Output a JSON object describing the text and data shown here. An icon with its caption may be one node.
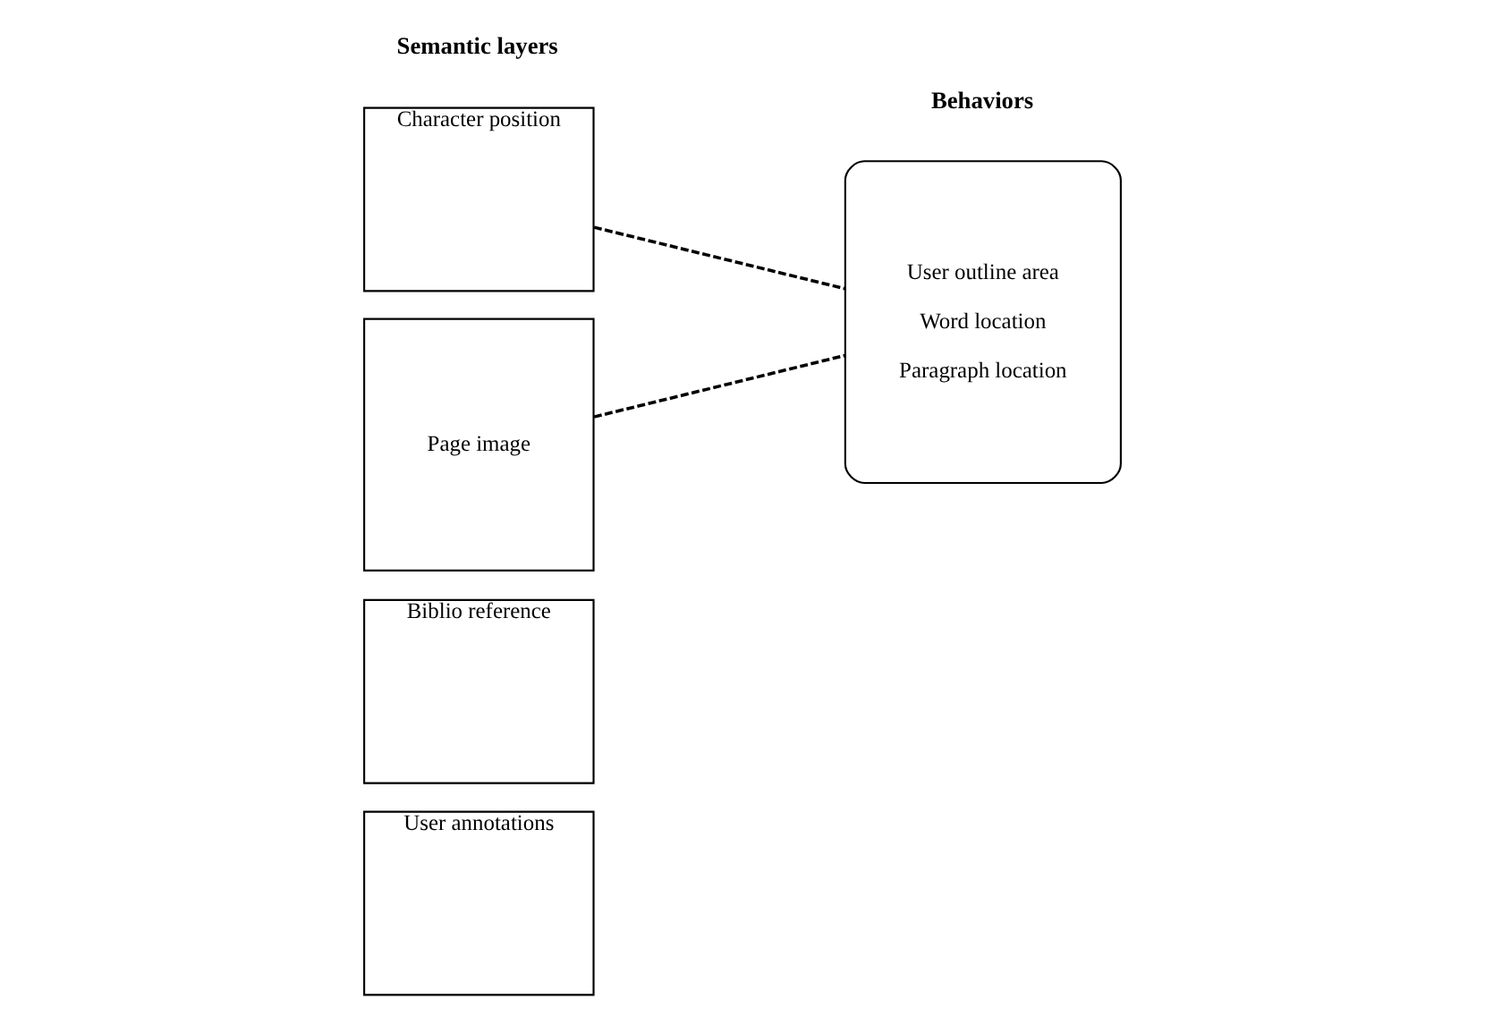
{
  "diagram": {
    "nodes": [
      {
        "text": [
          "User annotations"
        ]
      },
      {
        "text": [
          "Biblio reference"
        ]
      },
      {
        "text": [
          "Character position"
        ]
      },
      {
        "text": [
          "Page image"
        ]
      },
      {
        "text": [
          "User outline area",
          "Word location",
          "Paragraph location"
        ]
      }
    ],
    "edges": [
      {
        "from": 2,
        "to": 4,
        "arrow": "none",
        "style": "dashed"
      },
      {
        "from": 3,
        "to": 4,
        "arrow": "none",
        "style": "dashed"
      }
    ],
    "labels": [
      "Semantic layers",
      "Behaviors"
    ]
  }
}
